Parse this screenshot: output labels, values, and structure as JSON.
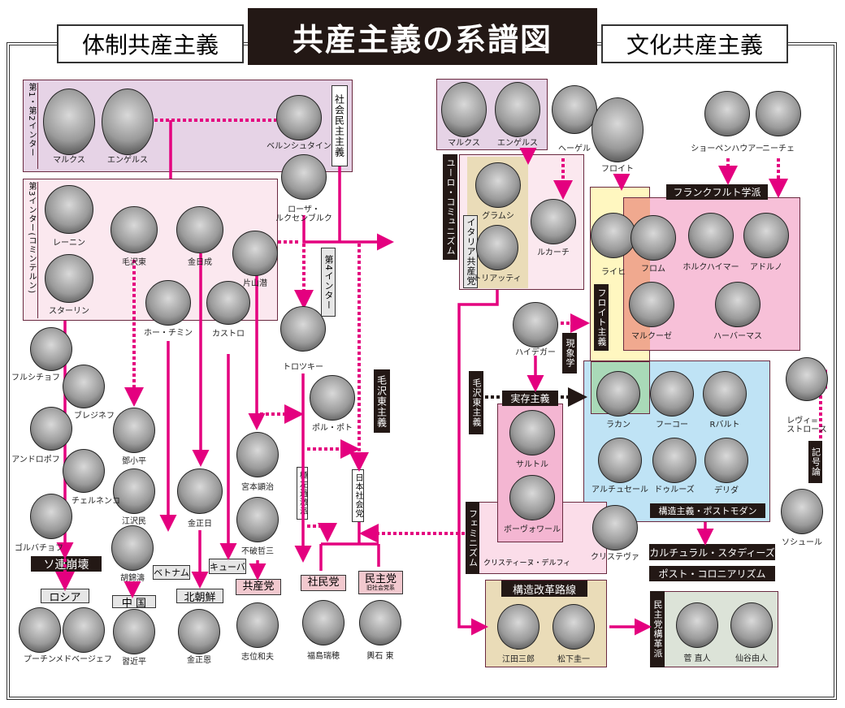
{
  "title": "共産主義の系譜図",
  "left_header": "体制共産主義",
  "right_header": "文化共産主義",
  "labels": {
    "intl12": "第1・第2インター",
    "intl3": "第3インター(コミンテルン)",
    "social_democracy": "社会民主主義",
    "intl4": "第4インター",
    "maoism_left": "毛沢東主義",
    "soviet_collapse": "ソ連崩壊",
    "russia": "ロシア",
    "china": "中 国",
    "vietnam": "ベトナム",
    "north_korea": "北朝鮮",
    "cuba": "キューバ",
    "jcp": "共産党",
    "far_left": "極左過激派",
    "jsp": "日本社会党",
    "sdp": "社民党",
    "dpj": "民主党",
    "dpj_sub": "旧社会党系",
    "eurocommunism": "ユーロ・コミュニズム",
    "italian_cp": "イタリア共産党",
    "freudianism": "フロイト主義",
    "frankfurt": "フランクフルト学派",
    "phenomenology": "現象学",
    "maoism_right": "毛沢東主義",
    "existentialism": "実存主義",
    "structuralism": "構造主義・ポストモダン",
    "semiotics": "記号論",
    "feminism": "フェミニズム",
    "cultural_studies": "カルチュラル・スタディーズ",
    "postcolonialism": "ポスト・コロニアリズム",
    "structural_reform": "構造改革路線",
    "dpj_reform": "民主党構革派",
    "delphy": "クリスティーヌ・デルフィ"
  },
  "people": {
    "marx_l": "マルクス",
    "engels_l": "エンゲルス",
    "bernstein": "ベルンシュタイン",
    "rosa": "ローザ・\nルクセンブルク",
    "lenin": "レーニン",
    "stalin": "スターリン",
    "mao": "毛沢東",
    "kim_il_sung": "金日成",
    "katayama": "片山潜",
    "ho": "ホー・チミン",
    "castro": "カストロ",
    "trotsky": "トロツキー",
    "pol_pot": "ポル・ポト",
    "khrushchev": "フルシチョフ",
    "brezhnev": "ブレジネフ",
    "andropov": "アンドロポフ",
    "chernenko": "チェルネンコ",
    "gorbachev": "ゴルバチョフ",
    "putin": "プーチン",
    "medvedev": "メドベージェフ",
    "deng": "鄧小平",
    "jiang": "江沢民",
    "hu": "胡錦濤",
    "xi": "習近平",
    "kim_jong_il": "金正日",
    "kim_jong_un": "金正恩",
    "miyamoto": "宮本顕治",
    "fuwa": "不破哲三",
    "shii": "志位和夫",
    "fukushima": "福島瑞穂",
    "koshiishi": "輿石 東",
    "marx_r": "マルクス",
    "engels_r": "エンゲルス",
    "hegel": "ヘーゲル",
    "freud": "フロイト",
    "schopenhauer": "ショーペンハウアー",
    "nietzsche": "ニーチェ",
    "gramsci": "グラムシ",
    "togliatti": "トリアッティ",
    "lukacs": "ルカーチ",
    "reich": "ライヒ",
    "fromm": "フロム",
    "horkheimer": "ホルクハイマー",
    "adorno": "アドルノ",
    "marcuse": "マルクーゼ",
    "habermas": "ハーバーマス",
    "heidegger": "ハイデガー",
    "sartre": "サルトル",
    "beauvoir": "ボーヴォワール",
    "lacan": "ラカン",
    "foucault": "フーコー",
    "barthes": "Rバルト",
    "althusser": "アルチュセール",
    "deleuze": "ドゥルーズ",
    "derrida": "デリダ",
    "levi_strauss": "レヴィ=\nストロース",
    "saussure": "ソシュール",
    "kristeva": "クリステヴァ",
    "eda": "江田三郎",
    "matsushita": "松下圭一",
    "kan": "菅 直人",
    "sengoku": "仙谷由人"
  },
  "colors": {
    "line": "#e4007f",
    "purple": "#e6d3e6",
    "pink_light": "#fbe8ef",
    "pink": "#f7c0d8",
    "yellow": "#fff7c0",
    "blue": "#bfe3f5",
    "tan": "#eadcb8"
  }
}
